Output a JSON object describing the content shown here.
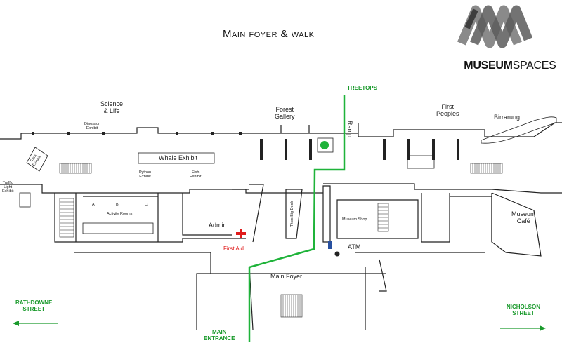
{
  "title": "Main foyer & walk",
  "logo": {
    "bold": "MUSEUM",
    "light": "SPACES",
    "colors": [
      "#5a5a5a",
      "#8a8a8a",
      "#3e3e3e"
    ]
  },
  "areas": {
    "science_life": "Science\n& Life",
    "forest_gallery": "Forest\nGallery",
    "first_peoples": "First\nPeoples",
    "birrarung": "Birrarung",
    "whale_exhibit": "Whale Exhibit",
    "admin": "Admin",
    "first_aid": "First Aid",
    "atm": "ATM",
    "museum_cafe": "Museum\nCafé",
    "main_foyer": "Main Foyer",
    "ramp": "Ramp",
    "activity_rooms": "Activity Rooms",
    "museum_shop": "Museum Shop",
    "titles_big_desk": "Titles Big Desk",
    "dinosaur_exhibit": "Dinosaur\nExhibit",
    "python_exhibit": "Python\nExhibit",
    "fish_exhibit": "Fish\nExhibit",
    "traffic_light_exhibit": "Traffic\nLight\nExhibit",
    "tram_exhibit": "Tram\nExhibit",
    "room_a": "A",
    "room_b": "B",
    "room_c": "C"
  },
  "directions": {
    "treetops": "TREETOPS",
    "rathdowne_street": "RATHDOWNE\nSTREET",
    "nicholson_street": "NICHOLSON\nSTREET",
    "main_entrance": "MAIN\nENTRANCE"
  },
  "colors": {
    "route": "#1fb33a",
    "walls": "#222222",
    "first_aid": "#e01b1b",
    "accent_green": "#1a9a2c"
  }
}
